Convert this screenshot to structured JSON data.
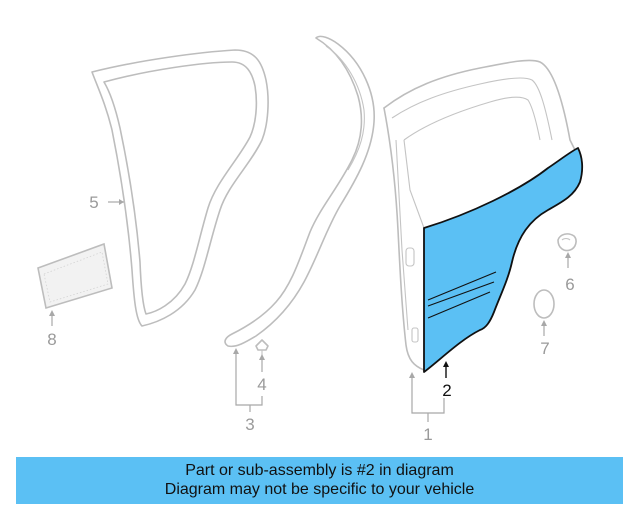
{
  "diagram": {
    "callouts": [
      {
        "id": "1",
        "label": "1"
      },
      {
        "id": "2",
        "label": "2",
        "highlighted": true
      },
      {
        "id": "3",
        "label": "3"
      },
      {
        "id": "4",
        "label": "4"
      },
      {
        "id": "5",
        "label": "5"
      },
      {
        "id": "6",
        "label": "6"
      },
      {
        "id": "7",
        "label": "7"
      },
      {
        "id": "8",
        "label": "8"
      }
    ],
    "highlight_color": "#5bc0f4",
    "outline_color": "#bdbdbd"
  },
  "banner": {
    "line1": "Part or sub-assembly is #2 in diagram",
    "line2": "Diagram may not be specific to your vehicle",
    "background": "#5bc0f4"
  }
}
